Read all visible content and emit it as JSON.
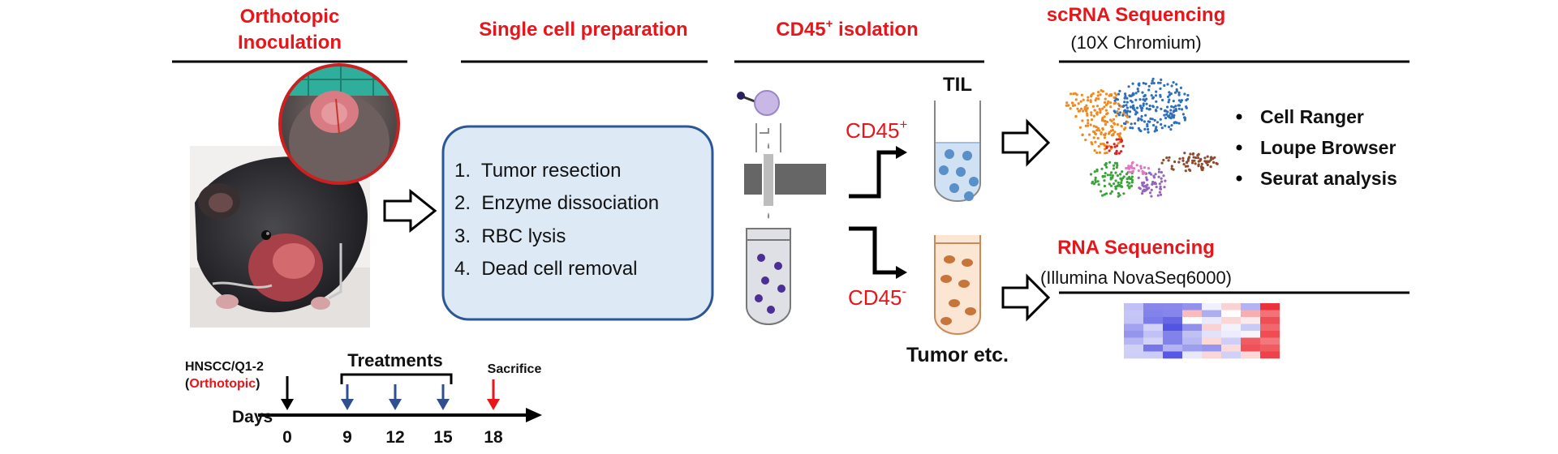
{
  "headers": {
    "orthotopic_line1": "Orthotopic",
    "orthotopic_line2": "Inoculation",
    "single_cell": "Single cell preparation",
    "cd45_isolation_base": "CD45",
    "cd45_isolation_sup": "+",
    "cd45_isolation_rest": " isolation",
    "scrna": "scRNA Sequencing",
    "scrna_sub": "(10X Chromium)",
    "rna": "RNA Sequencing",
    "rna_sub": "(Illumina NovaSeq6000)"
  },
  "prep_steps": [
    "1.  Tumor resection",
    "2.  Enzyme dissociation",
    "3.  RBC lysis",
    "4.  Dead cell removal"
  ],
  "isolation": {
    "til_label": "TIL",
    "cd45_pos_base": "CD45",
    "cd45_pos_sup": "+",
    "cd45_neg_base": "CD45",
    "cd45_neg_sup": "-",
    "tumor_label": "Tumor etc."
  },
  "scrna_tools": [
    "Cell Ranger",
    "Loupe Browser",
    "Seurat analysis"
  ],
  "timeline": {
    "model_line1": "HNSCC/Q1-2",
    "model_paren_open": "(",
    "model_orthotopic": "Orthotopic",
    "model_paren_close": ")",
    "treatments_label": "Treatments",
    "sacrifice_label": "Sacrifice",
    "axis_label": "Days",
    "days": [
      "0",
      "9",
      "12",
      "15",
      "18"
    ]
  },
  "colors": {
    "accent_red": "#e8151b",
    "arrow_blue": "#2f4f8f",
    "prep_box_fill": "#dde9f5",
    "prep_box_stroke": "#2b5797"
  },
  "icons": {
    "mouse": "mouse-photo",
    "zoom": "tumor-zoom-photo",
    "sorter": "magnetic-column-icon",
    "heatmap": "heatmap-icon",
    "tsne": "tsne-scatter-icon"
  }
}
